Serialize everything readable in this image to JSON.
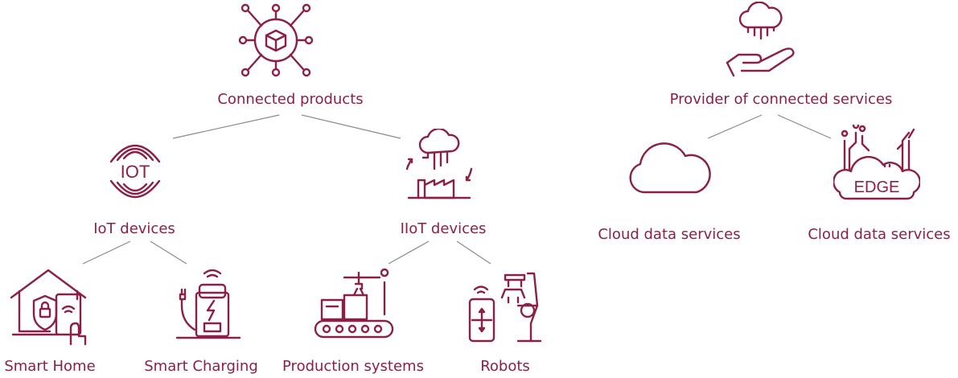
{
  "nodes": {
    "connected_products": "Connected products",
    "iot_devices": "IoT devices",
    "iiot_devices": "IIoT devices",
    "smart_home": "Smart Home",
    "smart_charging": "Smart Charging",
    "production_systems": "Production systems",
    "robots": "Robots",
    "provider": "Provider of connected services",
    "cloud_services": "Cloud data services",
    "edge_services": "Cloud data services"
  },
  "icons": {
    "iot_text": "IOT",
    "edge_text": "EDGE"
  },
  "colors": {
    "accent": "#8c1f48",
    "connector": "#8a8a8a"
  }
}
